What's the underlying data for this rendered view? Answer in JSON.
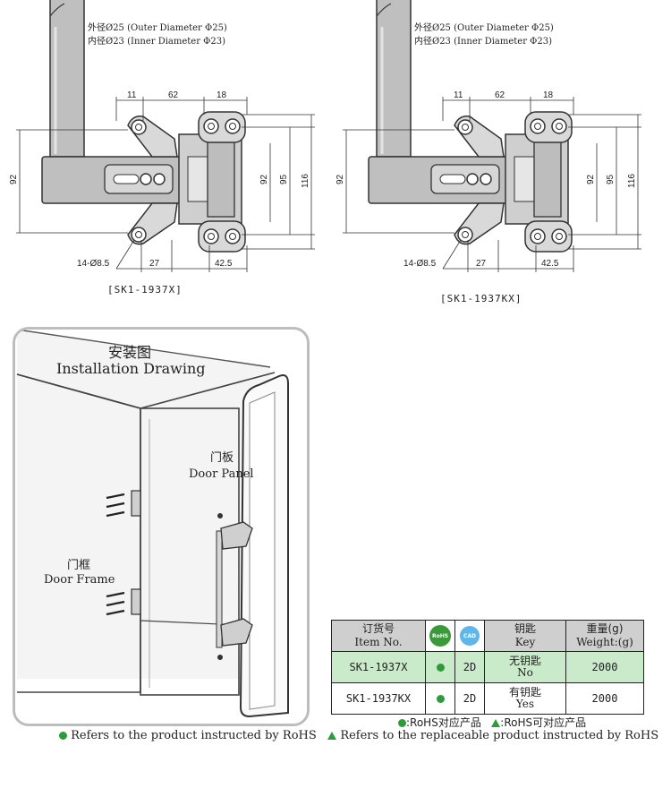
{
  "drawings": [
    {
      "caption": "[SK1-1937X]",
      "spec_outer": "外径Ø25 (Outer Diameter  Φ25)",
      "spec_inner": "内径Ø23 (Inner Diameter Φ23)",
      "dims": {
        "top_a": "11",
        "top_b": "62",
        "top_c": "18",
        "left": "92",
        "right_a": "92",
        "right_b": "95",
        "right_c": "116",
        "holes": "14-Ø8.5",
        "bot_a": "27",
        "bot_b": "42.5"
      }
    },
    {
      "caption": "[SK1-1937KX]",
      "spec_outer": "外径Ø25 (Outer Diameter  Φ25)",
      "spec_inner": "内径Ø23 (Inner Diameter Φ23)",
      "dims": {
        "top_a": "11",
        "top_b": "62",
        "top_c": "18",
        "left": "92",
        "right_a": "92",
        "right_b": "95",
        "right_c": "116",
        "holes": "14-Ø8.5",
        "bot_a": "27",
        "bot_b": "42.5"
      }
    }
  ],
  "installation": {
    "title_cn": "安装图",
    "title_en": "Installation Drawing",
    "door_panel_cn": "门板",
    "door_panel_en": "Door Panel",
    "door_frame_cn": "门框",
    "door_frame_en": "Door Frame"
  },
  "table": {
    "headers": {
      "item_cn": "订货号",
      "item_en": "Item No.",
      "rohs": "RoHS",
      "cad": "CAD",
      "key_cn": "钥匙",
      "key_en": "Key",
      "weight_cn": "重量(g)",
      "weight_en": "Weight:(g)"
    },
    "rows": [
      {
        "item": "SK1-1937X",
        "cad": "2D",
        "key_cn": "无钥匙",
        "key_en": "No",
        "weight": "2000"
      },
      {
        "item": "SK1-1937KX",
        "cad": "2D",
        "key_cn": "有钥匙",
        "key_en": "Yes",
        "weight": "2000"
      }
    ]
  },
  "legend": {
    "cn_rohs": ":RoHS对应产品",
    "cn_replace": ":RoHS可对应产品",
    "en_rohs": "Refers to the product instructed by RoHS",
    "en_replace": "Refers to the replaceable product instructed by RoHS"
  },
  "colors": {
    "rohs_green": "#2e9b3a",
    "row_highlight": "#c9ebc9",
    "header_gray": "#cfcfcf",
    "cad_blue": "#5fb6e8"
  }
}
